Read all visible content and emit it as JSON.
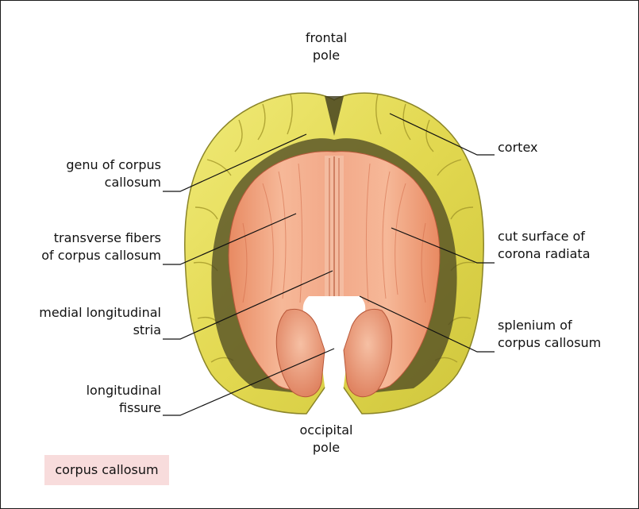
{
  "labels": {
    "frontal_pole": [
      "frontal",
      "pole"
    ],
    "occipital_pole": [
      "occipital",
      "pole"
    ],
    "genu": [
      "genu of corpus",
      "callosum"
    ],
    "transverse_fibers": [
      "transverse fibers",
      "of corpus callosum"
    ],
    "medial_stria": [
      "medial longitudinal",
      "stria"
    ],
    "longitudinal_fissure": [
      "longitudinal",
      "fissure"
    ],
    "cortex": [
      "cortex"
    ],
    "corona_radiata": [
      "cut surface of",
      "corona radiata"
    ],
    "splenium": [
      "splenium of",
      "corpus callosum"
    ]
  },
  "legend": {
    "text": "corpus callosum",
    "color": "#f8dcdc"
  },
  "colors": {
    "cortex_yellow": "#e8e060",
    "callosum_orange": "#ee9c7a",
    "shadow_dark": "#3c3a1c",
    "line": "#111111"
  }
}
